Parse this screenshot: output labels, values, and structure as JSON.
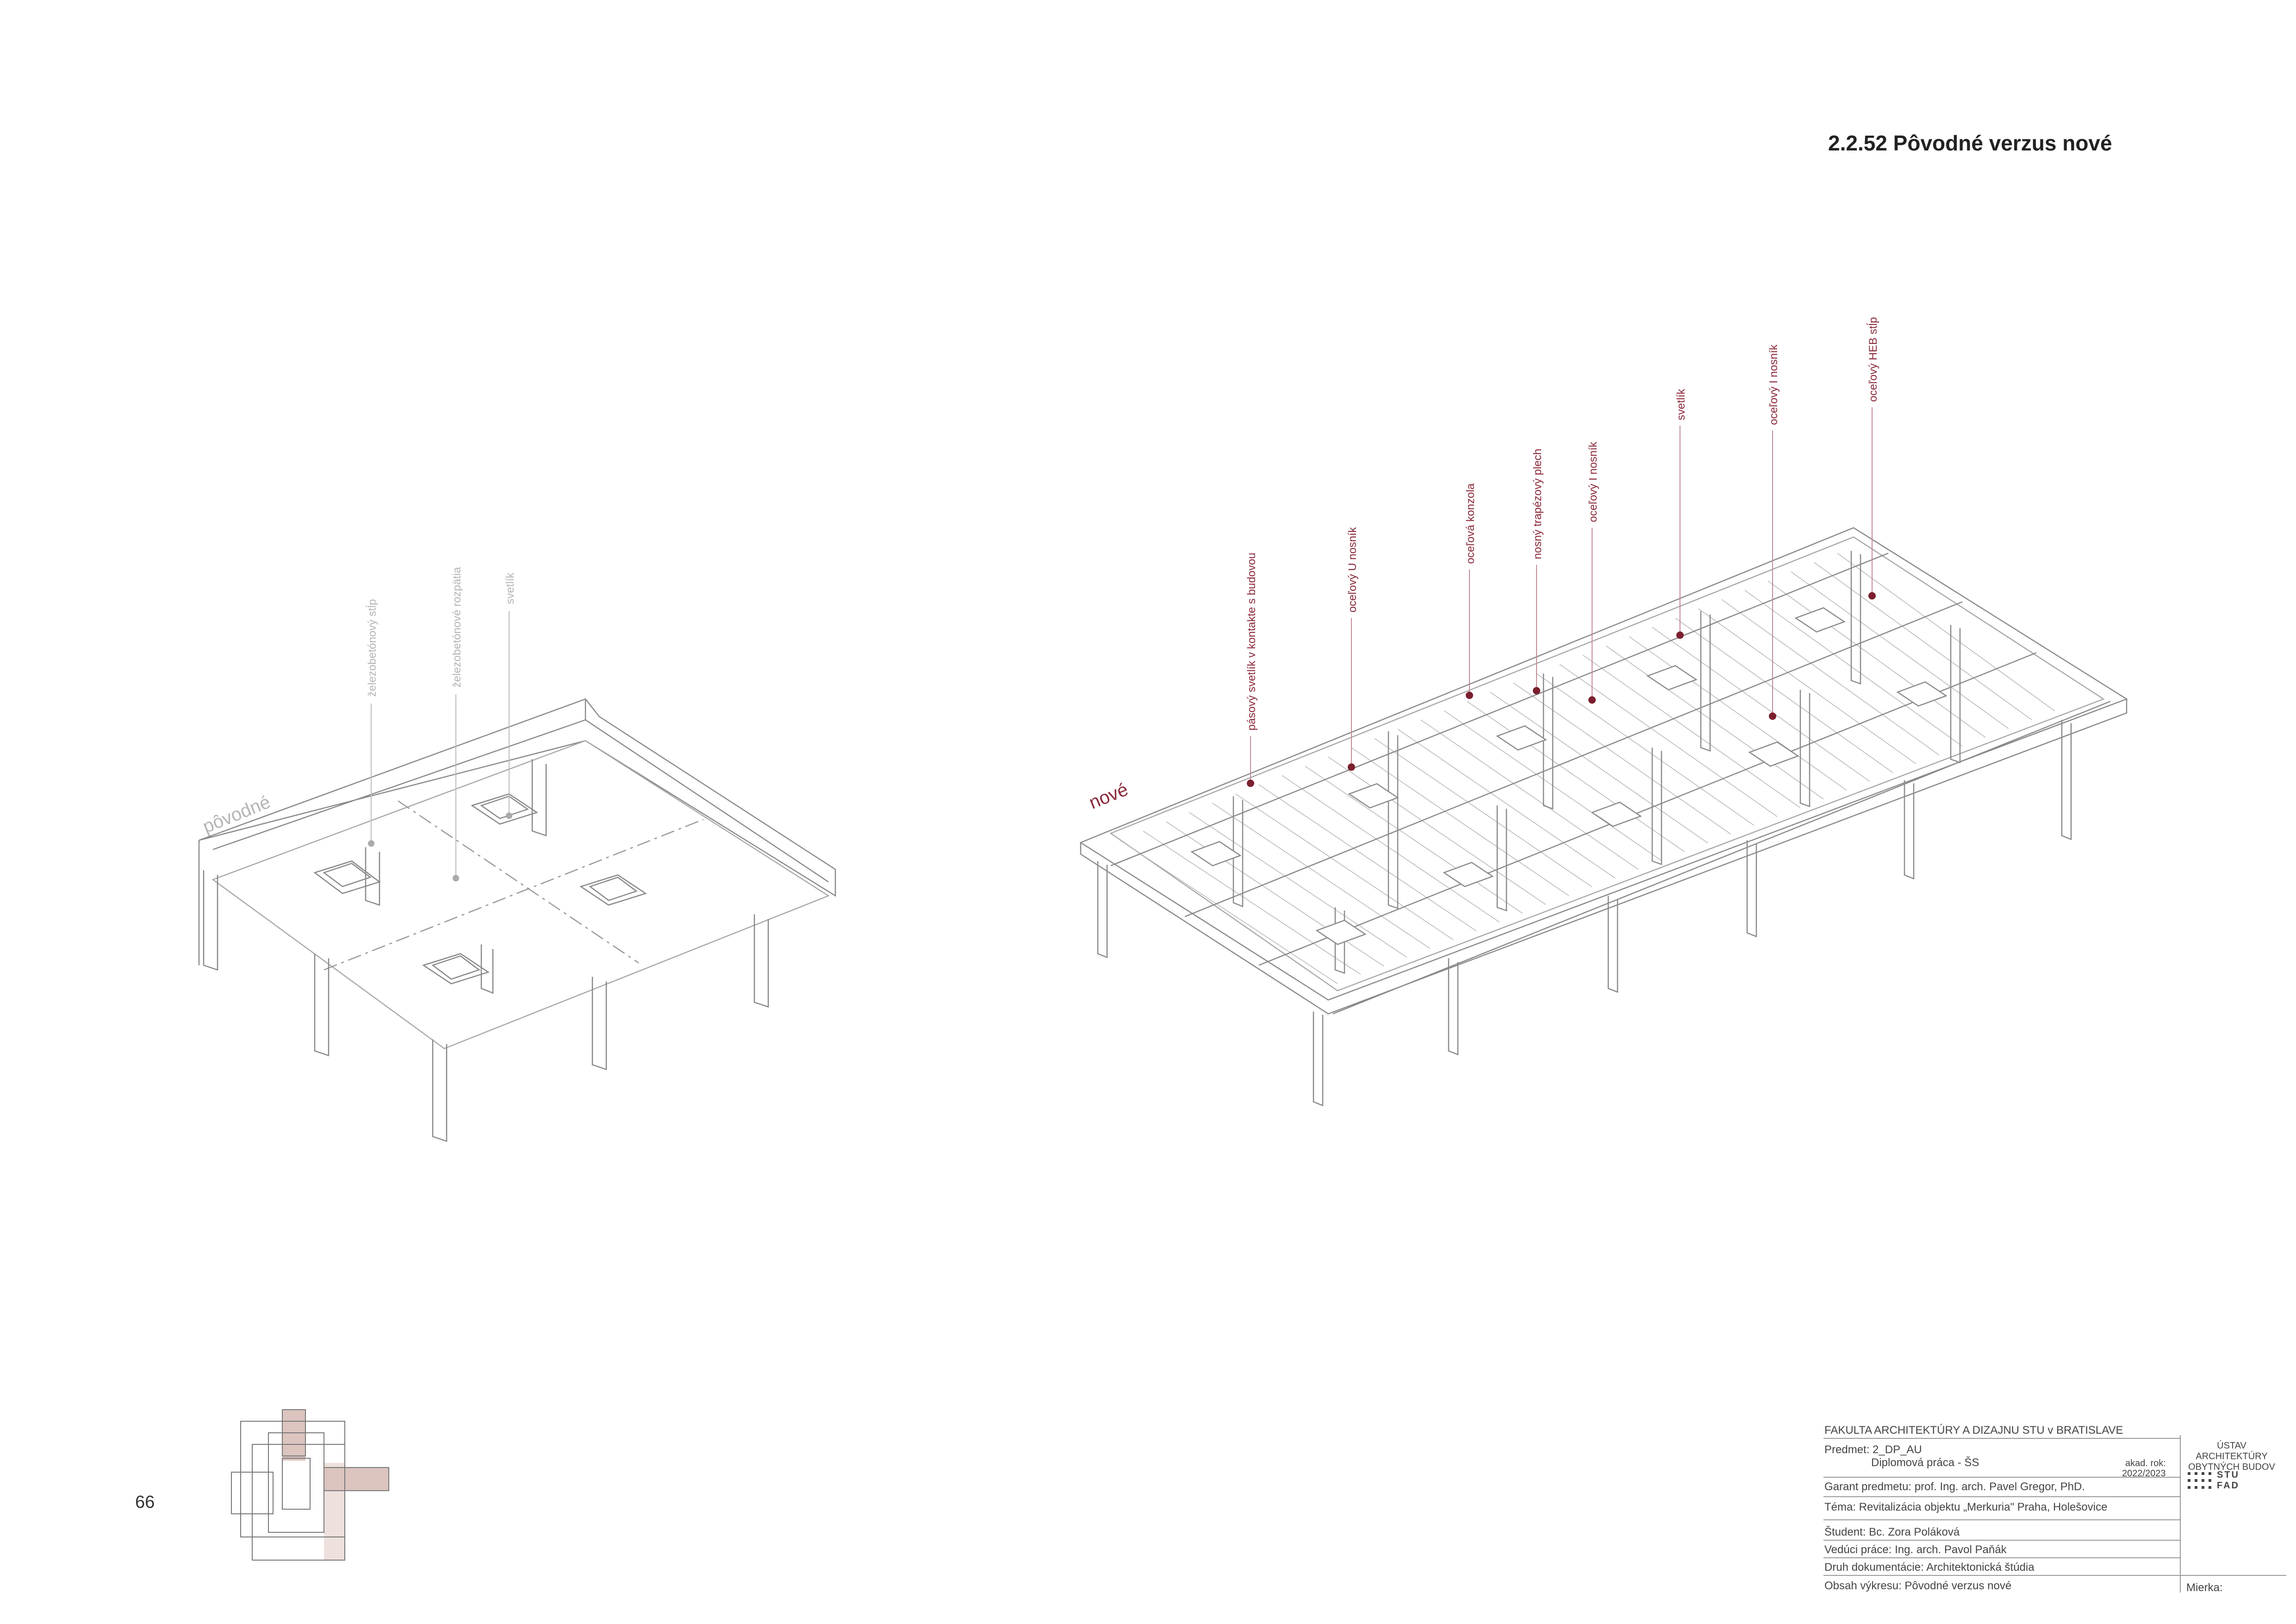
{
  "heading": "2.2.52 Pôvodné verzus nové",
  "page_number": "66",
  "original": {
    "caption": "pôvodné",
    "labels": [
      "železobetónový stĺp",
      "železobetónové rozpätia",
      "svetlík"
    ]
  },
  "new": {
    "caption": "nové",
    "labels": [
      "pásový svetlík v kontakte s budovou",
      "oceľový U nosník",
      "oceľová konzola",
      "nosný trapézový plech",
      "oceľový I nosník",
      "svetlík",
      "oceľový I nosník",
      "oceľový HEB stĺp"
    ]
  },
  "title_block": {
    "faculty": "FAKULTA ARCHITEKTÚRY A DIZAJNU STU v BRATISLAVE",
    "subject": "Predmet:  2_DP_AU",
    "subject_detail": "Diplomová práca - ŠS",
    "academic_year_label": "akad. rok:",
    "academic_year": "2022/2023",
    "institute": "ÚSTAV ARCHITEKTÚRY OBYTNÝCH BUDOV",
    "logo_top": "STU",
    "logo_bottom": "FAD",
    "guarantor": "Garant predmetu: prof. Ing. arch. Pavel Gregor, PhD.",
    "topic": "Téma: Revitalizácia objektu „Merkuria\" Praha, Holešovice",
    "student": "Študent: Bc. Zora Poláková",
    "supervisor": "Vedúci práce: Ing. arch. Pavol Paňák",
    "doc_type": "Druh dokumentácie: Architektonická štúdia",
    "drawing_content": "Obsah výkresu:  Pôvodné verzus nové",
    "scale_label": "Mierka:"
  },
  "colors": {
    "accent": "#8a2a3a",
    "grey_label": "#b5b5b5",
    "line": "#777777",
    "logo_pink": "#dcc4bf"
  }
}
